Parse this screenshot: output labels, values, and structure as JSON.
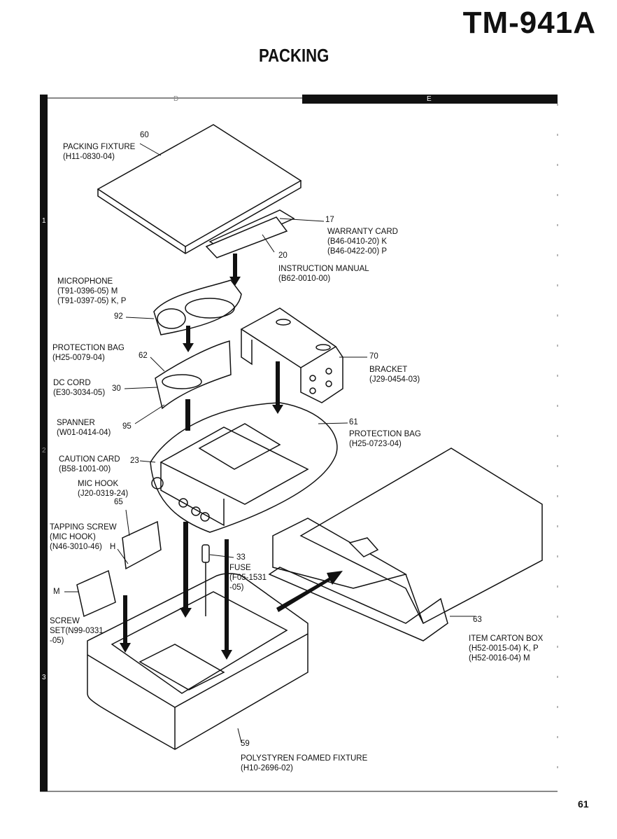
{
  "header": {
    "model": "TM-941A",
    "title": "PACKING"
  },
  "page_number": "61",
  "zones": {
    "top": [
      "D",
      "E"
    ],
    "left": [
      "1",
      "2",
      "3"
    ]
  },
  "parts": [
    {
      "ref": "60",
      "name": "PACKING FIXTURE",
      "codes": [
        "(H11-0830-04)"
      ]
    },
    {
      "ref": "17",
      "name": "WARRANTY CARD",
      "codes": [
        "(B46-0410-20) K",
        "(B46-0422-00) P"
      ]
    },
    {
      "ref": "20",
      "name": "INSTRUCTION MANUAL",
      "codes": [
        "(B62-0010-00)"
      ]
    },
    {
      "ref": "92",
      "name": "MICROPHONE",
      "codes": [
        "(T91-0396-05) M",
        "(T91-0397-05) K, P"
      ]
    },
    {
      "ref": "62",
      "name": "PROTECTION BAG",
      "codes": [
        "(H25-0079-04)"
      ]
    },
    {
      "ref": "30",
      "name": "DC CORD",
      "codes": [
        "(E30-3034-05)"
      ]
    },
    {
      "ref": "95",
      "name": "SPANNER",
      "codes": [
        "(W01-0414-04)"
      ]
    },
    {
      "ref": "70",
      "name": "BRACKET",
      "codes": [
        "(J29-0454-03)"
      ]
    },
    {
      "ref": "61",
      "name": "PROTECTION BAG",
      "codes": [
        "(H25-0723-04)"
      ]
    },
    {
      "ref": "23",
      "name": "CAUTION CARD",
      "codes": [
        "(B58-1001-00)"
      ]
    },
    {
      "ref": "65",
      "name": "MIC HOOK",
      "codes": [
        "(J20-0319-24)"
      ]
    },
    {
      "ref": "H",
      "name": "TAPPING SCREW",
      "codes": [
        "(MIC HOOK)",
        "(N46-3010-46)"
      ]
    },
    {
      "ref": "33",
      "name": "FUSE",
      "codes": [
        "(F05-1531",
        "-05)"
      ]
    },
    {
      "ref": "M",
      "name": "SCREW",
      "codes": [
        "SET(N99-0331",
        "-05)"
      ]
    },
    {
      "ref": "63",
      "name": "ITEM CARTON BOX",
      "codes": [
        "(H52-0015-04) K, P",
        "(H52-0016-04) M"
      ]
    },
    {
      "ref": "59",
      "name": "POLYSTYREN FOAMED FIXTURE",
      "codes": [
        "(H10-2696-02)"
      ]
    }
  ]
}
